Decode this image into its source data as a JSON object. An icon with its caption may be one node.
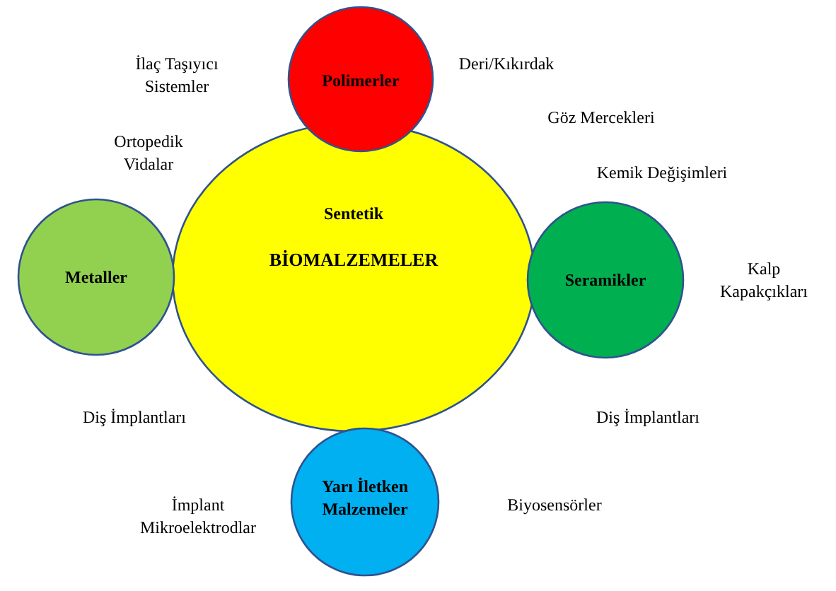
{
  "diagram": {
    "nodes": [
      {
        "text": [
          "Sentetik",
          "BİOMALZEMELER"
        ]
      },
      {
        "text": [
          "Polimerler"
        ]
      },
      {
        "text": [
          "Metaller"
        ]
      },
      {
        "text": [
          "Seramikler"
        ]
      },
      {
        "text": [
          "Yarı İletken Malzemeler"
        ]
      }
    ],
    "labels": [
      "İlaç Taşıyıcı Sistemler",
      "Deri/Kıkırdak",
      "Göz Mercekleri",
      "Ortopedik Vidalar",
      "Kemik Değişimleri",
      "Kalp Kapakçıkları",
      "Diş İmplantları",
      "Diş İmplantları",
      "İmplant Mikroelektrodlar",
      "Biyosensörler"
    ]
  }
}
